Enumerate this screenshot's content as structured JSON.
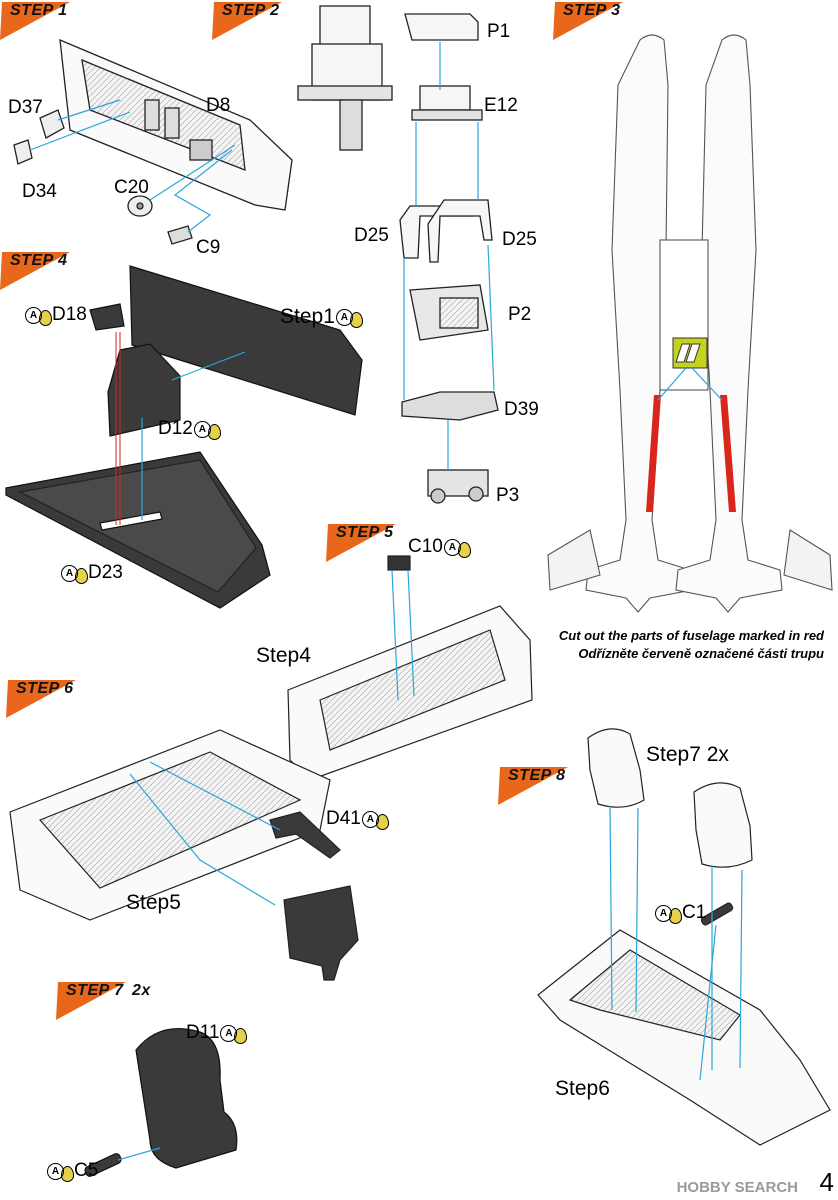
{
  "steps": {
    "s1": "STEP 1",
    "s2": "STEP 2",
    "s3": "STEP 3",
    "s4": "STEP 4",
    "s5": "STEP 5",
    "s6": "STEP 6",
    "s7": "STEP 7",
    "s7_qty": "2x",
    "s8": "STEP 8"
  },
  "parts": {
    "D37": "D37",
    "D8": "D8",
    "D34": "D34",
    "C20": "C20",
    "C9": "C9",
    "P1": "P1",
    "E12": "E12",
    "D25a": "D25",
    "D25b": "D25",
    "P2": "P2",
    "D39": "D39",
    "P3": "P3",
    "D18": "D18",
    "D12": "D12",
    "D23": "D23",
    "C10": "C10",
    "D41": "D41",
    "D11": "D11",
    "C5": "C5",
    "C1": "C1"
  },
  "refs": {
    "step1": "Step1",
    "step4": "Step4",
    "step5": "Step5",
    "step6": "Step6",
    "step7": "Step7 2x"
  },
  "icon_letter": "A",
  "note": {
    "en": "Cut out the parts of fuselage marked in red",
    "cz": "Odřízněte červeně označené části trupu"
  },
  "footer": {
    "watermark": "HOBBY SEARCH",
    "page_number": "4"
  },
  "colors": {
    "step_flag": "#e8671a",
    "guide_line": "#2aa7d8",
    "cut_mark": "#d9261c",
    "glue_drop": "#e6d24a",
    "dark_part": "#3a3a3a"
  }
}
